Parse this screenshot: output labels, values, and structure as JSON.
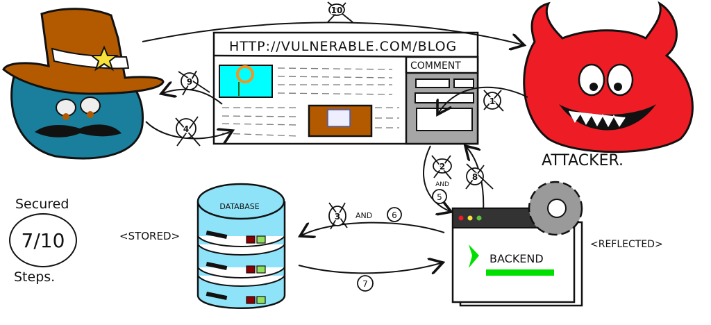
{
  "browser": {
    "url": "HTTP://VULNERABLE.COM/BLOG",
    "comment_header": "COMMENT"
  },
  "attacker": {
    "label": "ATTACKER."
  },
  "database": {
    "label": "DATABASE",
    "tag": "<STORED>"
  },
  "backend": {
    "label": "BACKEND",
    "tag": "<REFLECTED>"
  },
  "score": {
    "title": "Secured",
    "value": "7/10",
    "numerator": "7",
    "denominator": "10",
    "footer": "Steps."
  },
  "steps": [
    {
      "n": "10",
      "crossed": true
    },
    {
      "n": "9",
      "crossed": true
    },
    {
      "n": "4",
      "crossed": true
    },
    {
      "n": "1",
      "crossed": true
    },
    {
      "n": "2",
      "crossed": true
    },
    {
      "n": "5",
      "crossed": false
    },
    {
      "n": "8",
      "crossed": true
    },
    {
      "n": "3",
      "crossed": true
    },
    {
      "n": "6",
      "crossed": false
    },
    {
      "n": "7",
      "crossed": false
    }
  ],
  "and_label": "AND",
  "colors": {
    "user": "#1a7f9c",
    "hat": "#b35a00",
    "attacker": "#ee1c24",
    "db": "#8fe3f8",
    "gear": "#9a9a9a",
    "terminal_green": "#00e000"
  }
}
